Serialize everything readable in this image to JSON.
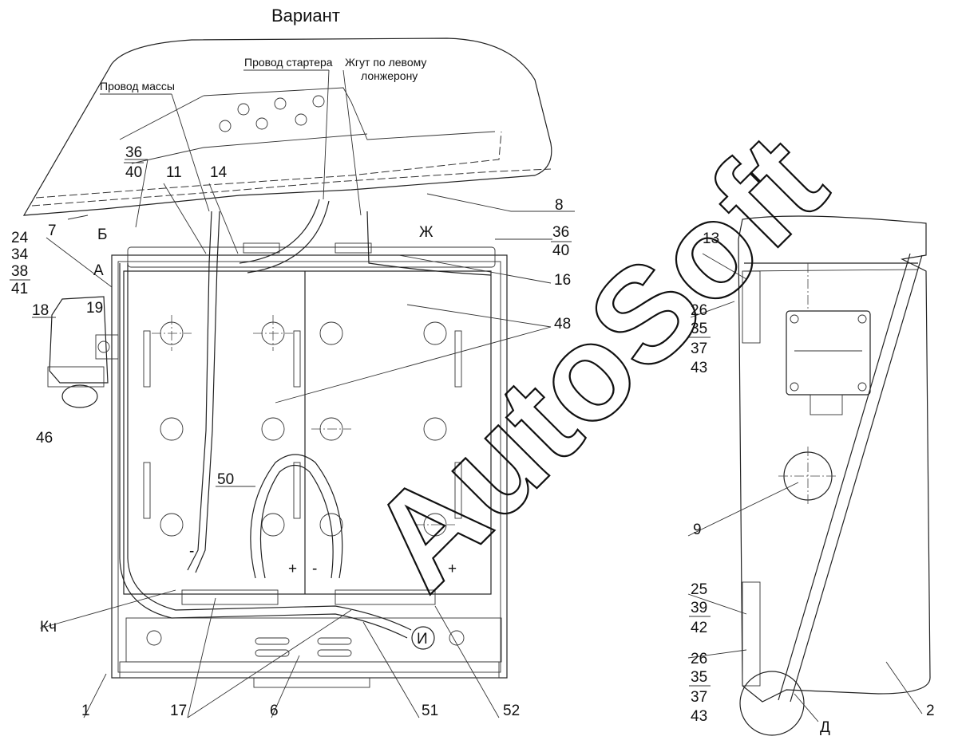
{
  "title": "Вариант",
  "annotations": {
    "ground_wire": "Провод массы",
    "starter_wire": "Провод стартера",
    "harness_line1": "Жгут по левому",
    "harness_line2": "лонжерону"
  },
  "watermark": "AutoSoft",
  "callouts": {
    "c1": "1",
    "c2": "2",
    "c6": "6",
    "c7": "7",
    "c8": "8",
    "c9": "9",
    "c11": "11",
    "c13": "13",
    "c14": "14",
    "c16": "16",
    "c17": "17",
    "c18": "18",
    "c19": "19",
    "c36a": "36",
    "c40a": "40",
    "c36b": "36",
    "c40b": "40",
    "c24": "24",
    "c34": "34",
    "c38": "38",
    "c41": "41",
    "c26a": "26",
    "c35a": "35",
    "c37a": "37",
    "c43a": "43",
    "c25": "25",
    "c39": "39",
    "c42": "42",
    "c26b": "26",
    "c35b": "35",
    "c37b": "37",
    "c43b": "43",
    "c46": "46",
    "c48": "48",
    "c50": "50",
    "c51": "51",
    "c52": "52",
    "kch": "Кч"
  },
  "view_markers": {
    "a": "А",
    "b": "Б",
    "zh": "Ж",
    "i": "И",
    "d": "Д",
    "minus": "-",
    "plus": "+"
  }
}
